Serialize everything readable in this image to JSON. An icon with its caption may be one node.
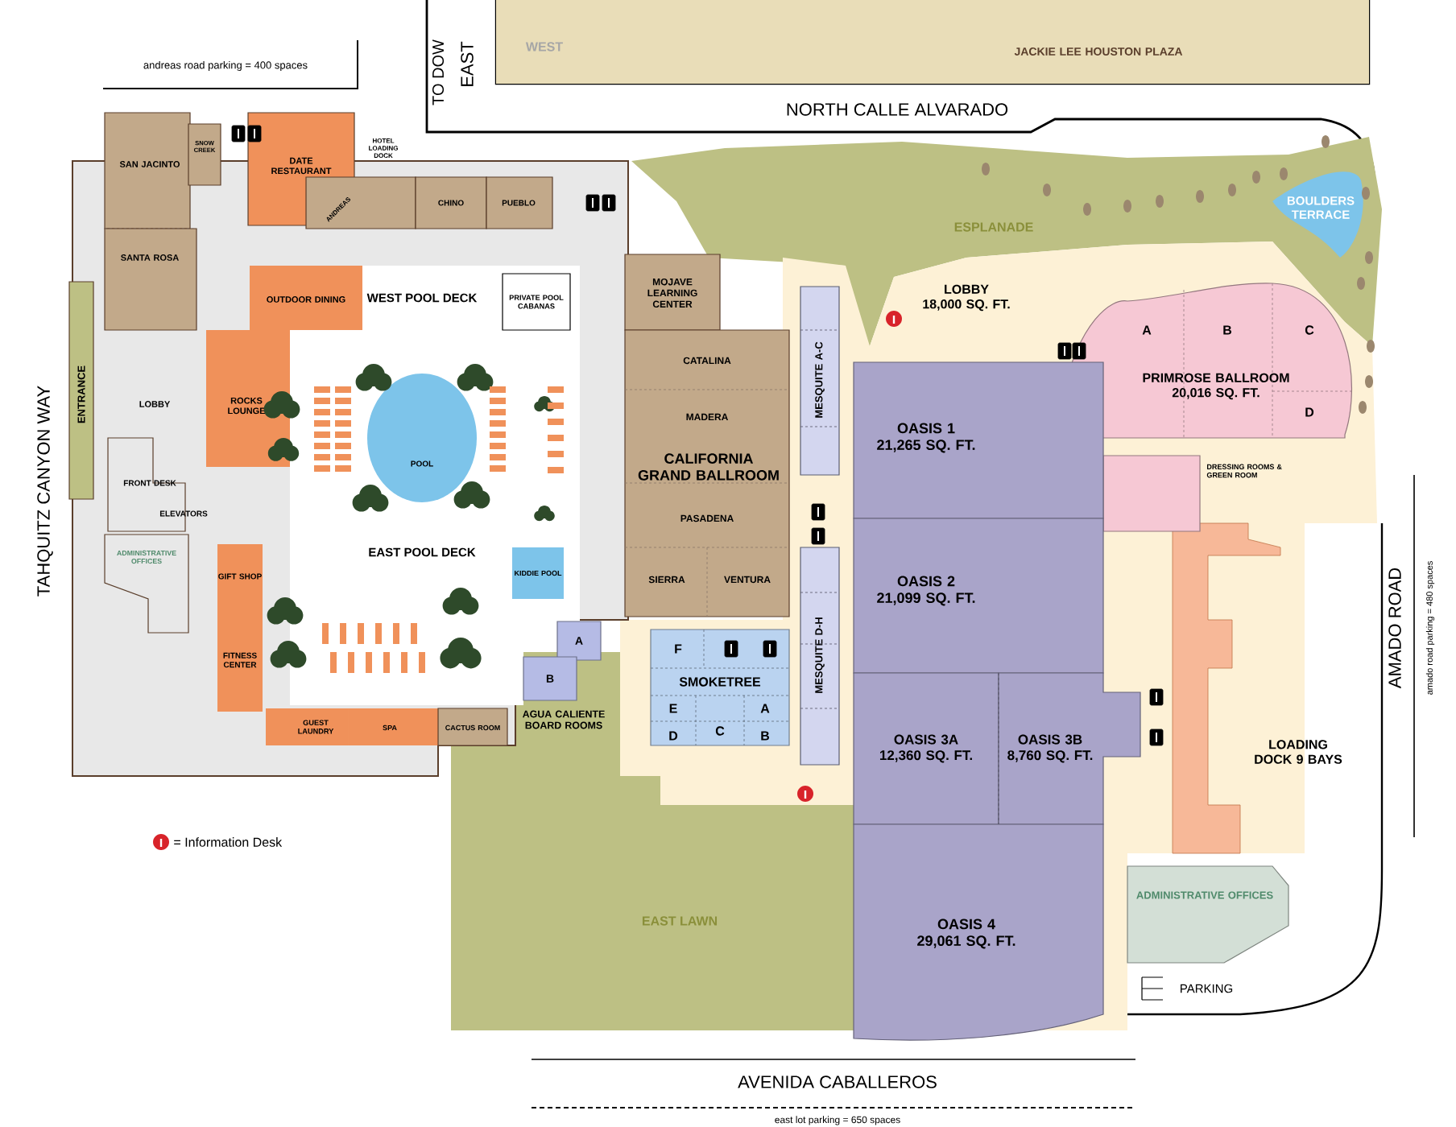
{
  "diagram": {
    "nodes": [
      {
        "text": [
          "JACKIE LEE HOUSTON PLAZA"
        ]
      },
      {
        "text": [
          "SAN JACINTO"
        ]
      },
      {
        "text": [
          "SNOW CREEK"
        ]
      },
      {
        "text": [
          "SANTA ROSA"
        ]
      },
      {
        "text": [
          "DATE RESTAURANT"
        ]
      },
      {
        "text": [
          "ANDREAS"
        ]
      },
      {
        "text": [
          "CHINO"
        ]
      },
      {
        "text": [
          "PUEBLO"
        ]
      },
      {
        "text": [
          "ENTRANCE"
        ]
      },
      {
        "text": [
          "OUTDOOR DINING"
        ]
      },
      {
        "text": [
          "ROCKS LOUNGE"
        ]
      },
      {
        "text": [
          "PRIVATE POOL CABANAS"
        ]
      },
      {
        "text": [
          "POOL"
        ]
      },
      {
        "text": [
          "KIDDIE POOL"
        ]
      },
      {
        "text": [
          "FRONT DESK"
        ]
      },
      {
        "text": [
          "ADMINISTRATIVE OFFICES"
        ]
      },
      {
        "text": [
          "GIFT SHOP"
        ]
      },
      {
        "text": [
          "FITNESS CENTER"
        ]
      },
      {
        "text": [
          "GUEST LAUNDRY"
        ]
      },
      {
        "text": [
          "SPA"
        ]
      },
      {
        "text": [
          "CACTUS ROOM"
        ]
      },
      {
        "text": [
          "A"
        ]
      },
      {
        "text": [
          "B"
        ]
      },
      {
        "text": [
          "MOJAVE LEARNING CENTER"
        ]
      },
      {
        "text": [
          "CALIFORNIA GRAND BALLROOM"
        ]
      },
      {
        "text": [
          "SMOKETREE"
        ]
      },
      {
        "text": [
          "MESQUITE A-C"
        ]
      },
      {
        "text": [
          "MESQUITE D-H"
        ]
      },
      {
        "text": [
          "LOBBY",
          "18,000 SQ. FT."
        ]
      },
      {
        "text": [
          "BOULDERS TERRACE"
        ]
      },
      {
        "text": [
          "PRIMROSE BALLROOM",
          "20,016 SQ. FT."
        ]
      },
      {
        "text": [],
        "shape": "box",
        "beside": [
          "DRESSING ROOMS & GREEN ROOM"
        ]
      },
      {
        "text": [
          "OASIS 1",
          "21,265 SQ. FT."
        ]
      },
      {
        "text": [
          "OASIS 2",
          "21,099 SQ. FT."
        ]
      },
      {
        "text": [
          "OASIS 3A",
          "12,360 SQ. FT."
        ]
      },
      {
        "text": [
          "OASIS 3B",
          "8,760 SQ. FT."
        ]
      },
      {
        "text": [
          "OASIS 4",
          "29,061 SQ. FT."
        ]
      },
      {
        "text": [
          "LOADING DOCK 9 BAYS"
        ]
      },
      {
        "text": [
          "ADMINISTRATIVE OFFICES"
        ]
      }
    ],
    "labels": [
      "TO DOW",
      "EAST",
      "WEST",
      "NORTH CALLE ALVARADO",
      "andreas road parking = 400 spaces",
      "HOTEL LOADING DOCK",
      "ESPLANADE",
      "TAHQUITZ CANYON WAY",
      "LOBBY",
      "WEST POOL DECK",
      "ELEVATORS",
      "EAST POOL DECK",
      "CATALINA",
      "MADERA",
      "PASADENA",
      "SIERRA",
      "VENTURA",
      "AGUA CALIENTE BOARD ROOMS",
      "F",
      "E",
      "C",
      "A",
      "D",
      "B",
      "A",
      "B",
      "C",
      "D",
      "AMADO ROAD",
      "amado road parking = 480 spaces",
      "EAST LAWN",
      "PARKING",
      "AVENIDA CABALLEROS",
      "east lot parking = 650 spaces"
    ],
    "legend": [
      {
        "text": "= Information Desk"
      }
    ]
  }
}
